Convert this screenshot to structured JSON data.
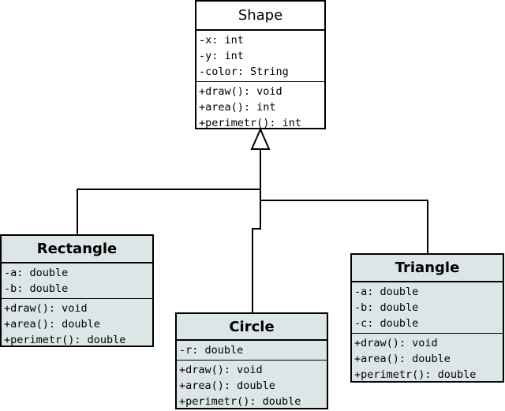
{
  "diagram": {
    "classes": {
      "shape": {
        "name": "Shape",
        "attributes": [
          "-x: int",
          "-y: int",
          "-color: String"
        ],
        "methods": [
          "+draw(): void",
          "+area(): int",
          "+perimetr(): int"
        ]
      },
      "rectangle": {
        "name": "Rectangle",
        "attributes": [
          "-a: double",
          "-b: double"
        ],
        "methods": [
          "+draw(): void",
          "+area(): double",
          "+perimetr(): double"
        ]
      },
      "circle": {
        "name": "Circle",
        "attributes": [
          "-r: double"
        ],
        "methods": [
          "+draw(): void",
          "+area(): double",
          "+perimetr(): double"
        ]
      },
      "triangle": {
        "name": "Triangle",
        "attributes": [
          "-a: double",
          "-b: double",
          "-c: double"
        ],
        "methods": [
          "+draw(): void",
          "+area(): double",
          "+perimetr(): double"
        ]
      }
    },
    "relations": [
      {
        "type": "generalization",
        "from": "rectangle",
        "to": "shape"
      },
      {
        "type": "generalization",
        "from": "circle",
        "to": "shape"
      },
      {
        "type": "generalization",
        "from": "triangle",
        "to": "shape"
      }
    ],
    "colors": {
      "parent_fill": "#ffffff",
      "child_fill": "#dde6e6",
      "line": "#000000"
    }
  }
}
